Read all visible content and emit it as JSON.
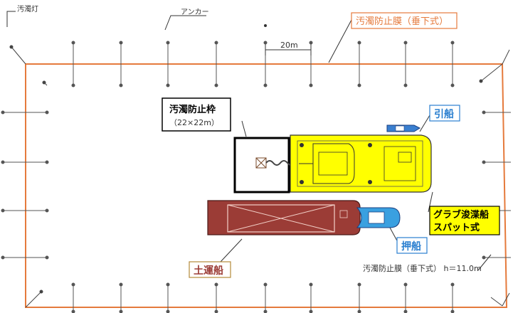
{
  "labels": {
    "light_buoy": "汚濁灯",
    "anchor": "アンカー",
    "spacing": "20m",
    "silt_curtain": "汚濁防止膜（垂下式）",
    "frame_title": "汚濁防止枠",
    "frame_size": "（22×22m）",
    "tug_boat": "引船",
    "dredger_line1": "グラブ浚渫船",
    "dredger_line2": "スパット式",
    "pusher_boat": "押船",
    "barge": "土運船",
    "curtain_spec": "汚濁防止膜（垂下式） h＝11.0m"
  },
  "colors": {
    "curtain": "#e57a3c",
    "dredger": "#ffff00",
    "barge": "#9b3c36",
    "pusher": "#3aa0e0",
    "tug_label": "#2a7fd0",
    "barge_label_border": "#b58a3a"
  }
}
